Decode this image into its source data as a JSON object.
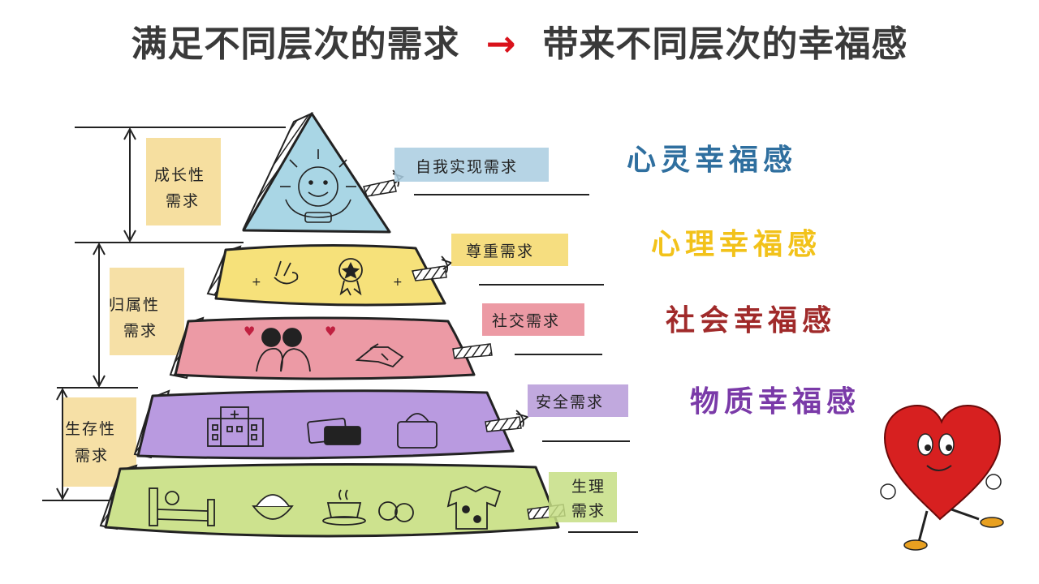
{
  "header": {
    "left": "满足不同层次的需求",
    "arrow": "→",
    "right": "带来不同层次的幸福感"
  },
  "groups": [
    {
      "line1": "成长性",
      "line2": "需求"
    },
    {
      "line1": "归属性",
      "line2": "需求"
    },
    {
      "line1": "生存性",
      "line2": "需求"
    }
  ],
  "needs": [
    {
      "label": "自我实现需求"
    },
    {
      "label": "尊重需求"
    },
    {
      "label": "社交需求"
    },
    {
      "label": "安全需求"
    },
    {
      "line1": "生理",
      "line2": "需求"
    }
  ],
  "happiness": [
    {
      "label": "心灵幸福感",
      "color": "#2f6f9f"
    },
    {
      "label": "心理幸福感",
      "color": "#f2c21a"
    },
    {
      "label": "社会幸福感",
      "color": "#a02a2a"
    },
    {
      "label": "物质幸福感",
      "color": "#7a3aa8"
    }
  ],
  "layer_colors": {
    "top": "#a9d6e5",
    "esteem": "#f6e17a",
    "social": "#ec9aa5",
    "safety": "#b99ae0",
    "physio": "#cde28e"
  }
}
